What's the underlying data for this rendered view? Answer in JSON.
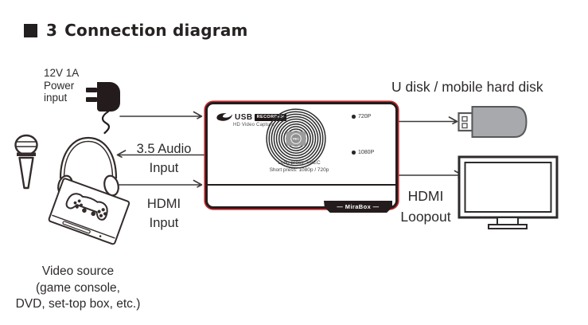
{
  "title": {
    "number": "3",
    "text": "Connection diagram"
  },
  "left": {
    "power_label": {
      "line1": "12V 1A",
      "line2": "Power",
      "line3": "input"
    },
    "audio_label": {
      "line1": "3.5 Audio",
      "line2": "Input"
    },
    "hdmi_label": {
      "line1": "HDMI",
      "line2": "Input"
    },
    "video_source": {
      "line1": "Video source",
      "line2": "(game console,",
      "line3": "DVD, set-top box, etc.)"
    }
  },
  "device": {
    "logo": {
      "usb": "USB",
      "recorder": "RECORDER",
      "subtitle": "HD Video Capture"
    },
    "leds": [
      {
        "label": "720P"
      },
      {
        "label": "1080P"
      }
    ],
    "button": {
      "rec": "REC",
      "caption_line1": "Long press: ●REC",
      "caption_line2": "Short press: 1080p / 720p"
    },
    "brand": "— MiraBox —"
  },
  "right": {
    "u_disk_label": "U disk / mobile hard disk",
    "loopout_label": {
      "line1": "HDMI",
      "line2": "Loopout"
    }
  },
  "icons": {
    "power": "power-adapter-icon",
    "microphone": "microphone-icon",
    "headphones": "headphones-icon",
    "console": "game-console-icon",
    "usb_drive": "usb-drive-icon",
    "monitor": "monitor-icon",
    "record_button": "record-button-rings-icon",
    "led": "led-dot-icon",
    "logo_swoosh": "brand-swoosh-icon"
  },
  "colors": {
    "accent_red": "#c4272b",
    "device_border": "#241c1c",
    "usb_drive_fill": "#a7a9ac",
    "text": "#2e2a2a",
    "connector_line": "#3d3a39"
  }
}
